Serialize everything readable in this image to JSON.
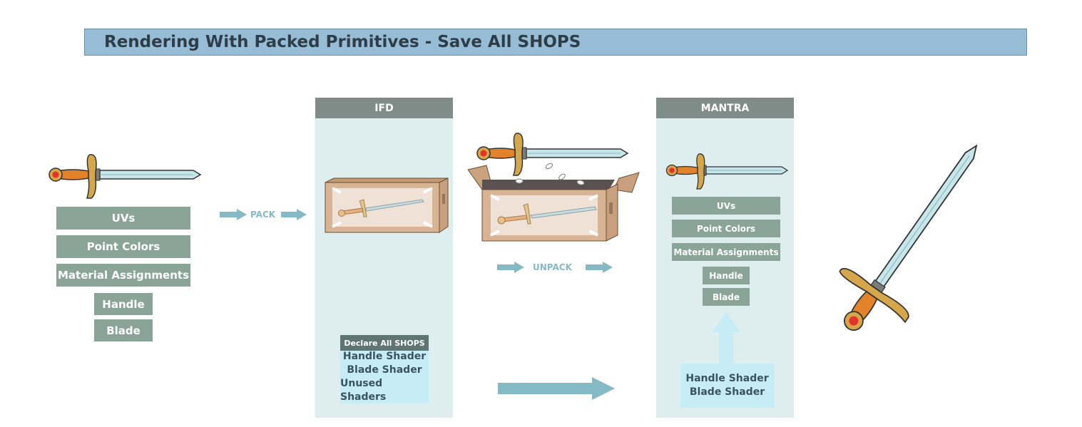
{
  "title": "Rendering With Packed Primitives - Save All SHOPS",
  "source": {
    "attributes": [
      "UVs",
      "Point Colors",
      "Material Assignments"
    ],
    "groups": [
      "Handle",
      "Blade"
    ]
  },
  "pack_label": "PACK",
  "ifd": {
    "header": "IFD",
    "declare_header": "Declare All SHOPS",
    "shaders": [
      "Handle Shader",
      "Blade Shader",
      "Unused Shaders"
    ]
  },
  "unpack_label": "UNPACK",
  "mantra": {
    "header": "MANTRA",
    "attributes": [
      "UVs",
      "Point Colors",
      "Material Assignments"
    ],
    "groups": [
      "Handle",
      "Blade"
    ],
    "shaders": [
      "Handle Shader",
      "Blade Shader"
    ]
  },
  "colors": {
    "title_bar": "#97bdd6",
    "panel": "#deeded",
    "panel_header": "#7f8c88",
    "tag": "#8aa598",
    "arrow": "#86b9c6",
    "shader_box": "#c6edf5"
  },
  "icons": [
    "sword-icon",
    "closed-box-icon",
    "open-box-icon",
    "arrow-icon"
  ]
}
